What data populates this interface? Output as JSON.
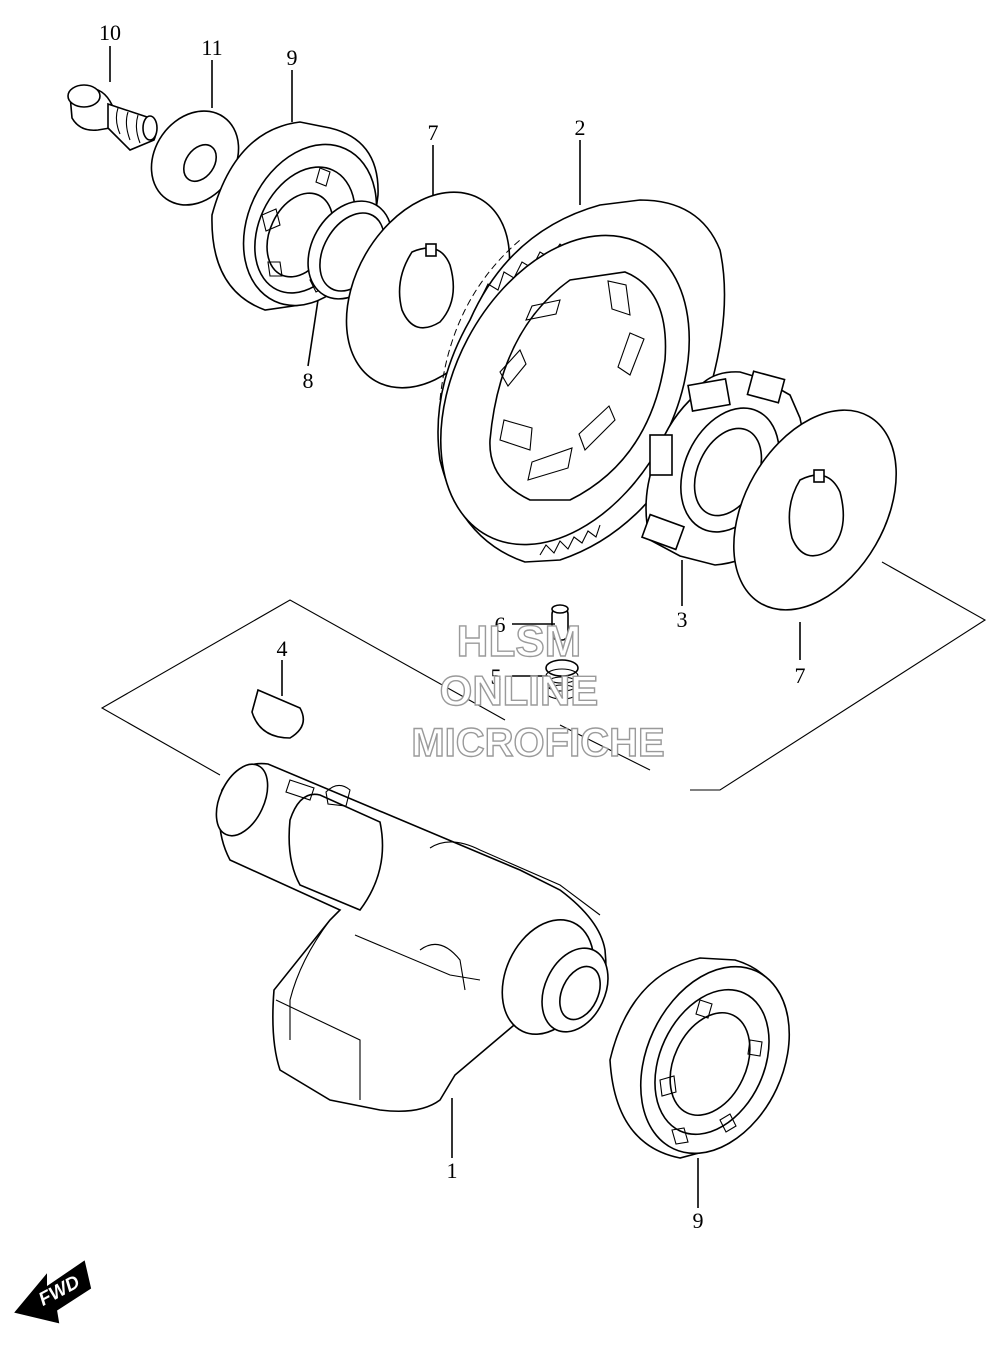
{
  "callouts": {
    "p1": "1",
    "p2": "2",
    "p3": "3",
    "p4": "4",
    "p5": "5",
    "p6": "6",
    "p7a": "7",
    "p7b": "7",
    "p8": "8",
    "p9a": "9",
    "p9b": "9",
    "p10": "10",
    "p11": "11"
  },
  "watermark": {
    "line1": "HLSM",
    "line2": "ONLINE",
    "line3": "MICROFICHE"
  },
  "fwd_badge": {
    "label": "FWD"
  }
}
